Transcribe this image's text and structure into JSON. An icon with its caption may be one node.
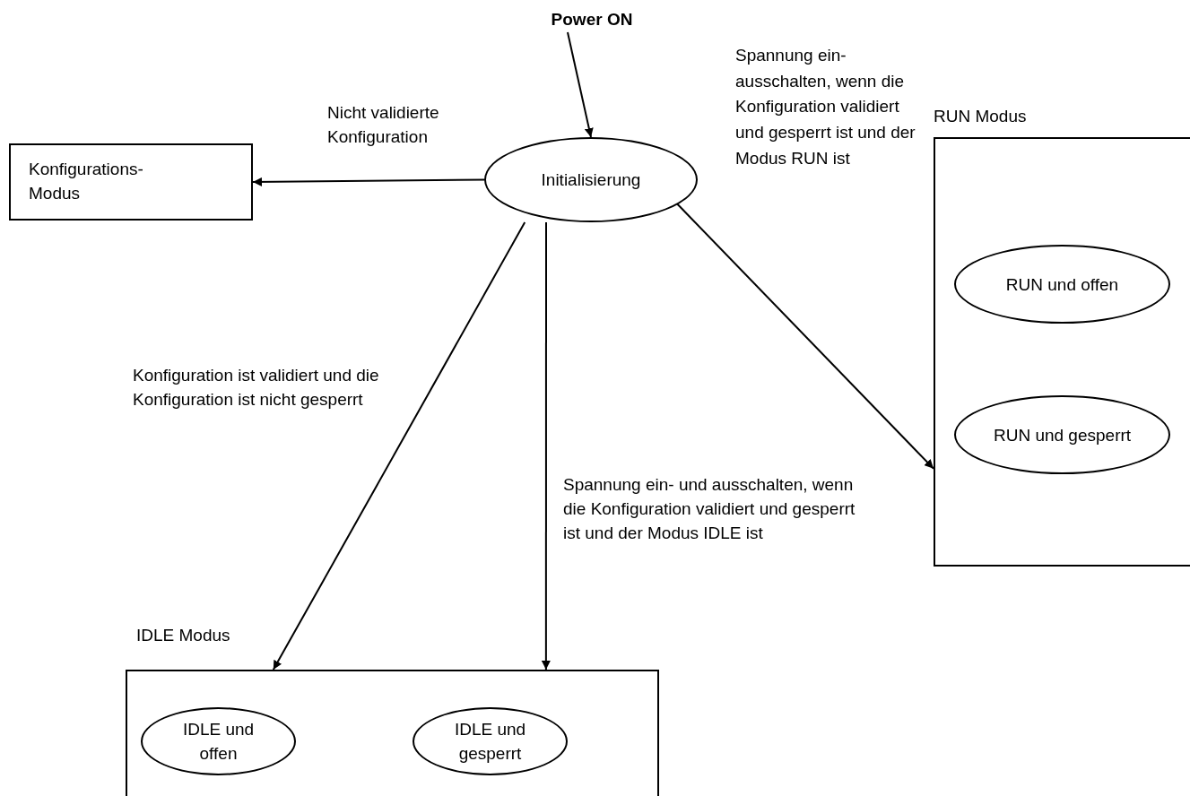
{
  "diagram": {
    "nodes": [
      {
        "text": [
          "Power ON"
        ]
      },
      {
        "text": [
          "Initialisierung"
        ]
      },
      {
        "text": [
          "Konfigurations-Modus"
        ]
      },
      {
        "text": [
          "RUN Modus"
        ]
      },
      {
        "text": [
          "RUN und offen"
        ],
        "in": 3
      },
      {
        "text": [
          "RUN und gesperrt"
        ],
        "in": 3
      },
      {
        "text": [
          "IDLE Modus"
        ]
      },
      {
        "text": [
          "IDLE und offen"
        ],
        "in": 6
      },
      {
        "text": [
          "IDLE und gesperrt"
        ],
        "in": 6
      }
    ],
    "edges": [
      {
        "from": 0,
        "to": 1,
        "arrow": "to"
      },
      {
        "from": 1,
        "to": 2,
        "arrow": "to",
        "label": "Nicht validierte Konfiguration"
      },
      {
        "from": 1,
        "to": 3,
        "arrow": "to",
        "label": "Spannung ein- ausschalten, wenn die Konfiguration validiert und gesperrt ist und der Modus RUN ist"
      },
      {
        "from": 1,
        "to": 6,
        "arrow": "to",
        "label": "Konfiguration ist validiert und die Konfiguration ist nicht gesperrt"
      },
      {
        "from": 1,
        "to": 6,
        "arrow": "to",
        "label": "Spannung ein- und ausschalten, wenn die Konfiguration validiert und gesperrt ist und der Modus IDLE ist"
      }
    ]
  }
}
